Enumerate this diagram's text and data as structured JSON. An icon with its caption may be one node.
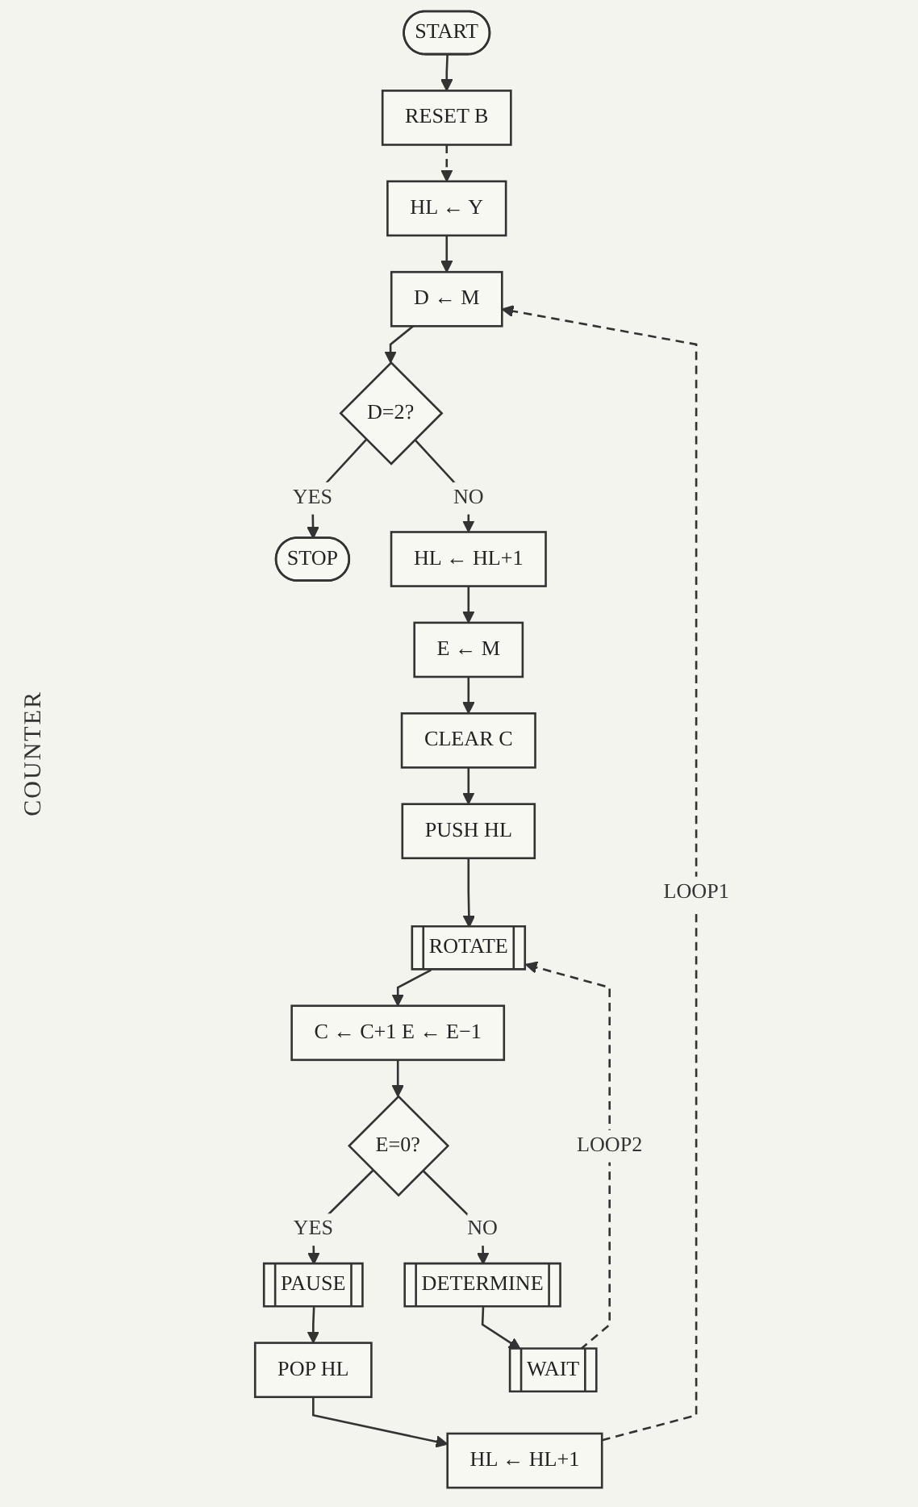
{
  "diagram": {
    "nodes": [
      {
        "text": [
          "START"
        ]
      },
      {
        "text": [
          "RESET B"
        ]
      },
      {
        "text": [
          "HL ← Y"
        ]
      },
      {
        "text": [
          "D ← M"
        ]
      },
      {
        "text": [
          "D=2?"
        ]
      },
      {
        "text": [
          "STOP"
        ]
      },
      {
        "text": [
          "HL ← HL+1"
        ]
      },
      {
        "text": [
          "E ← M"
        ]
      },
      {
        "text": [
          "CLEAR C"
        ]
      },
      {
        "text": [
          "PUSH HL"
        ]
      },
      {
        "text": [
          "ROTATE"
        ]
      },
      {
        "text": [
          "C ← C+1 E ← E−1"
        ]
      },
      {
        "text": [
          "E=0?"
        ]
      },
      {
        "text": [
          "DETERMINE"
        ]
      },
      {
        "text": [
          "WAIT"
        ]
      },
      {
        "text": [
          "PAUSE"
        ]
      },
      {
        "text": [
          "POP HL"
        ]
      },
      {
        "text": [
          "HL ← HL+1"
        ]
      }
    ],
    "edges": [
      {
        "from": 0,
        "to": 1,
        "arrow": "to"
      },
      {
        "from": 1,
        "to": 2,
        "arrow": "to",
        "style": "dashed"
      },
      {
        "from": 2,
        "to": 3,
        "arrow": "to"
      },
      {
        "from": 3,
        "to": 4,
        "arrow": "to"
      },
      {
        "from": 4,
        "to": 5,
        "arrow": "to",
        "label": "YES"
      },
      {
        "from": 4,
        "to": 6,
        "arrow": "to",
        "label": "NO"
      },
      {
        "from": 6,
        "to": 7,
        "arrow": "to"
      },
      {
        "from": 7,
        "to": 8,
        "arrow": "to"
      },
      {
        "from": 8,
        "to": 9,
        "arrow": "to"
      },
      {
        "from": 9,
        "to": 10,
        "arrow": "to"
      },
      {
        "from": 10,
        "to": 11,
        "arrow": "to"
      },
      {
        "from": 11,
        "to": 12,
        "arrow": "to"
      },
      {
        "from": 12,
        "to": 15,
        "arrow": "to",
        "label": "YES"
      },
      {
        "from": 12,
        "to": 13,
        "arrow": "to",
        "label": "NO"
      },
      {
        "from": 13,
        "to": 14,
        "arrow": "to"
      },
      {
        "from": 14,
        "to": 10,
        "arrow": "to",
        "label": "LOOP2",
        "style": "dashed"
      },
      {
        "from": 15,
        "to": 16,
        "arrow": "to"
      },
      {
        "from": 16,
        "to": 17,
        "arrow": "to"
      },
      {
        "from": 17,
        "to": 3,
        "arrow": "to",
        "label": "LOOP1",
        "style": "dashed"
      }
    ],
    "labels": [
      "COUNTER"
    ]
  }
}
